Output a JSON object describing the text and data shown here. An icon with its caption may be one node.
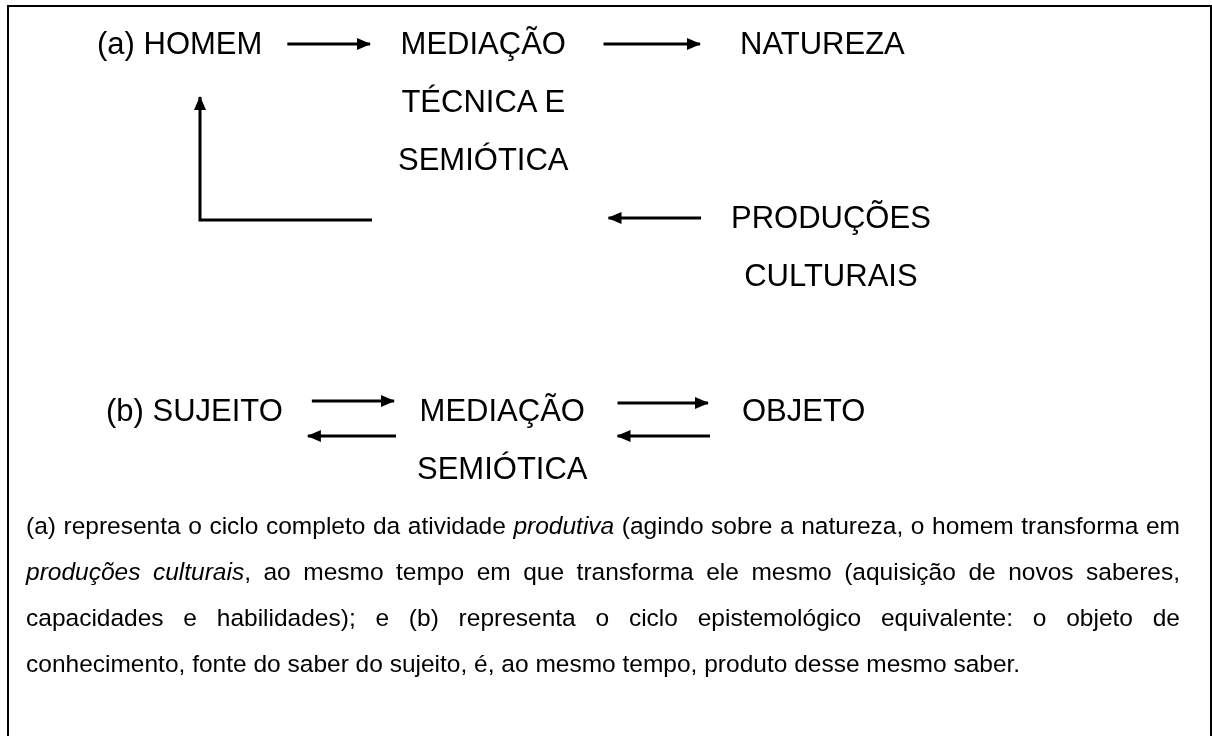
{
  "diagram": {
    "caption": "(a) representa o ciclo completo da atividade *produtiva* (agindo sobre a natureza, o homem transforma em *produções culturais*, ao mesmo tempo em que transforma ele mesmo (aquisição de novos saberes, capacidades e habilidades); e (b) representa o ciclo epistemológico equivalente: o objeto de conhecimento, fonte do saber do sujeito, é, ao mesmo tempo, produto desse mesmo saber.",
    "nodes": [
      {
        "text": [
          "(a) HOMEM"
        ]
      },
      {
        "text": [
          "MEDIAÇÃO TÉCNICA E SEMIÓTICA"
        ]
      },
      {
        "text": [
          "NATUREZA"
        ]
      },
      {
        "text": [
          "PRODUÇÕES CULTURAIS"
        ]
      },
      {
        "text": [
          "(b) SUJEITO"
        ]
      },
      {
        "text": [
          "MEDIAÇÃO SEMIÓTICA"
        ]
      },
      {
        "text": [
          "OBJETO"
        ]
      }
    ],
    "edges": [
      {
        "from": 0,
        "to": 1,
        "arrow": "to"
      },
      {
        "from": 1,
        "to": 2,
        "arrow": "to"
      },
      {
        "from": 3,
        "to": 1,
        "arrow": "to"
      },
      {
        "from": 1,
        "to": 0,
        "arrow": "to"
      },
      {
        "from": 4,
        "to": 5,
        "arrow": "to"
      },
      {
        "from": 5,
        "to": 4,
        "arrow": "to"
      },
      {
        "from": 5,
        "to": 6,
        "arrow": "to"
      },
      {
        "from": 6,
        "to": 5,
        "arrow": "to"
      }
    ]
  }
}
